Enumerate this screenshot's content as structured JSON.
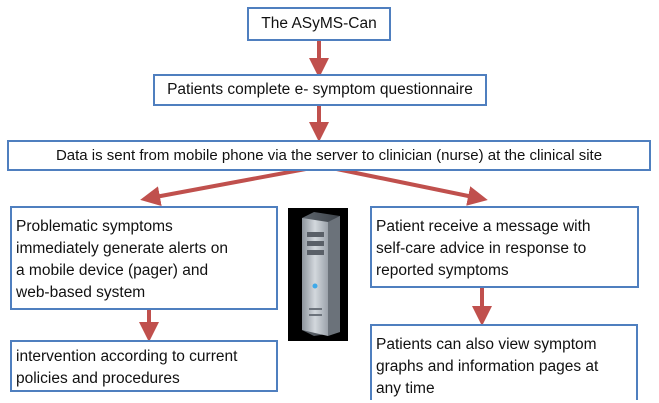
{
  "diagram": {
    "title": "The ASyMS-Can",
    "step_questionnaire": "Patients complete e- symptom questionnaire",
    "step_data_sent": "Data is sent from mobile phone via the server to clinician (nurse) at the clinical site",
    "left_branch": {
      "alerts": "Problematic symptoms\nimmediately  generate alerts on\na mobile device (pager) and\nweb-based system",
      "intervention": "intervention according to current\npolicies and procedures"
    },
    "right_branch": {
      "message": "Patient receive a message with\nself-care advice in response to\nreported symptoms",
      "view": "Patients can also view symptom\ngraphs and information pages at\nany time"
    },
    "server_image": "server-tower-icon",
    "colors": {
      "box_border": "#4f7fbf",
      "arrow": "#c0504d",
      "text": "#111111"
    }
  }
}
